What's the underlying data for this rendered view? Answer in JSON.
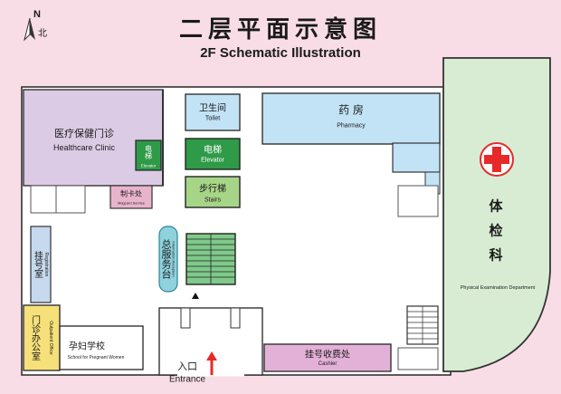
{
  "title": {
    "cn": "二层平面示意图",
    "en": "2F Schematic Illustration"
  },
  "compass": {
    "n": "N",
    "bei": "北"
  },
  "colors": {
    "background": "#f8dde6",
    "clinic": "#dccbe4",
    "toilet": "#c2e3f6",
    "pharmacy": "#c2e3f6",
    "elevator": "#2f9a48",
    "stairs": "#a7d587",
    "physical_exam": "#d8ecd4",
    "registration": "#c6d9ee",
    "outpatient": "#f6e07a",
    "info_desk": "#8fd2dd",
    "cashier": "#e3b0d8",
    "magcard": "#e8b4cc",
    "red": "#e62a2a"
  },
  "rooms": {
    "clinic": {
      "cn": "医疗保健门诊",
      "en": "Healthcare Clinic"
    },
    "toilet": {
      "cn": "卫生间",
      "en": "Toilet"
    },
    "pharmacy": {
      "cn": "药 房",
      "en": "Pharmacy"
    },
    "elevator_main": {
      "cn": "电梯",
      "en": "Elevator"
    },
    "elevator_small": {
      "cn": "电梯",
      "en": "Elevator"
    },
    "stairs": {
      "cn": "步行梯",
      "en": "Stairs"
    },
    "magcard": {
      "cn": "制卡处",
      "en": "Magcard Service"
    },
    "info_desk": {
      "cn": "总服务台",
      "en": "Information Reception"
    },
    "registration": {
      "cn": "挂号室",
      "en": "Registration"
    },
    "outpatient": {
      "cn": "门诊办公室",
      "en": "Outpatient Office"
    },
    "pregnant_school": {
      "cn": "孕妇学校",
      "en": "School for Pregnant Women"
    },
    "cashier": {
      "cn": "挂号收费处",
      "en": "Cashier"
    },
    "physical_exam": {
      "cn": "体检科",
      "en": "Physical Examination Department"
    },
    "entrance": {
      "cn": "入口",
      "en": "Entrance"
    }
  }
}
